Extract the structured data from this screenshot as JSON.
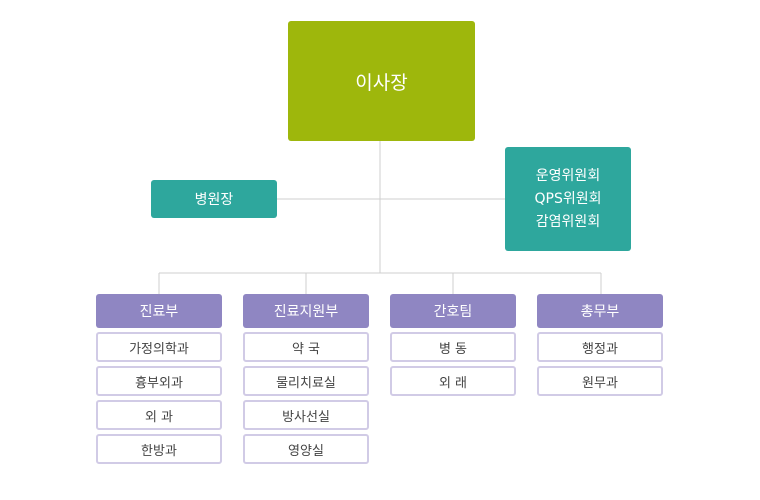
{
  "root": {
    "label": "이사장"
  },
  "director": {
    "label": "병원장"
  },
  "committees": {
    "lines": [
      "운영위원회",
      "QPS위원회",
      "감염위원회"
    ]
  },
  "departments": [
    {
      "label": "진료부",
      "subs": [
        "가정의학과",
        "흉부외과",
        "외 과",
        "한방과"
      ]
    },
    {
      "label": "진료지원부",
      "subs": [
        "약 국",
        "물리치료실",
        "방사선실",
        "영양실"
      ]
    },
    {
      "label": "간호팀",
      "subs": [
        "병 동",
        "외 래"
      ]
    },
    {
      "label": "총무부",
      "subs": [
        "행정과",
        "원무과"
      ]
    }
  ],
  "colors": {
    "root": "#9eb70c",
    "teal": "#2ea79d",
    "dept": "#8f86c2",
    "sub_border": "#d1cbe6",
    "connector": "#cfcfcf"
  }
}
